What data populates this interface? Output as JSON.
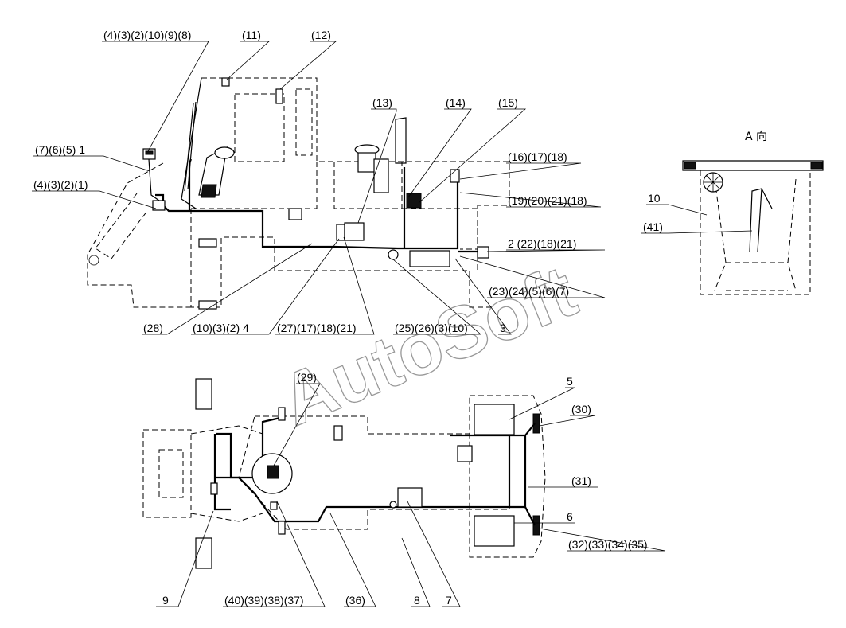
{
  "watermark": "AutoSoft",
  "view_title": "A 向",
  "labels": {
    "l01": "(4)(3)(2)(10)(9)(8)",
    "l02": "(11)",
    "l03": "(12)",
    "l04": "(13)",
    "l05": "(14)",
    "l06": "(15)",
    "l07": "(7)(6)(5) 1",
    "l08": "(4)(3)(2)(1)",
    "l09": "(16)(17)(18)",
    "l10": "(19)(20)(21)(18)",
    "l11": "2 (22)(18)(21)",
    "l12": "(23)(24)(5)(6)(7)",
    "l13": "(28)",
    "l14": "(10)(3)(2) 4",
    "l15": "(27)(17)(18)(21)",
    "l16": "(25)(26)(3)(10)",
    "l17": "3",
    "l18": "10",
    "l19": "(41)",
    "l20": "(29)",
    "l21": "5",
    "l22": "(30)",
    "l23": "(31)",
    "l24": "6",
    "l25": "(32)(33)(34)(35)",
    "l26": "9",
    "l27": "(40)(39)(38)(37)",
    "l28": "(36)",
    "l29": "8",
    "l30": "7"
  }
}
